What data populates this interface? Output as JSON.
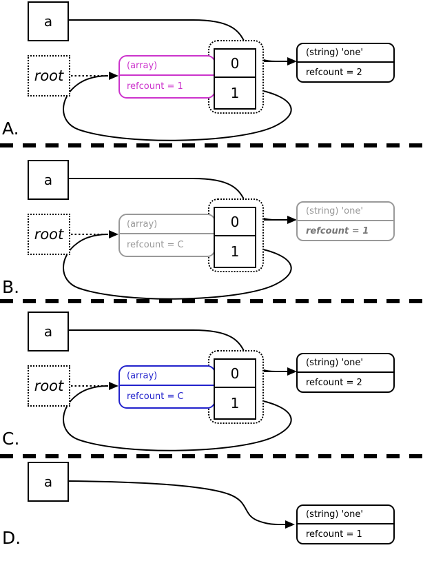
{
  "panels": [
    {
      "label": "A.",
      "var_label": "a",
      "root_label": "root",
      "array": {
        "type_label": "(array)",
        "refcount_label": "refcount = 1",
        "color": "#cc33cc"
      },
      "cells": {
        "c0": "0",
        "c1": "1"
      },
      "string": {
        "type_label": "(string) 'one'",
        "refcount_label": "refcount = 2",
        "color": "#000000",
        "refcount_color": "#000000"
      }
    },
    {
      "label": "B.",
      "var_label": "a",
      "root_label": "root",
      "array": {
        "type_label": "(array)",
        "refcount_label": "refcount = C",
        "color": "#999999"
      },
      "cells": {
        "c0": "0",
        "c1": "1"
      },
      "string": {
        "type_label": "(string) 'one'",
        "refcount_label": "refcount = 1",
        "color": "#999999",
        "refcount_color": "#777777"
      }
    },
    {
      "label": "C.",
      "var_label": "a",
      "root_label": "root",
      "array": {
        "type_label": "(array)",
        "refcount_label": "refcount = C",
        "color": "#2222cc"
      },
      "cells": {
        "c0": "0",
        "c1": "1"
      },
      "string": {
        "type_label": "(string) 'one'",
        "refcount_label": "refcount = 2",
        "color": "#000000",
        "refcount_color": "#000000"
      }
    },
    {
      "label": "D.",
      "var_label": "a",
      "string": {
        "type_label": "(string) 'one'",
        "refcount_label": "refcount = 1",
        "color": "#000000",
        "refcount_color": "#000000"
      }
    }
  ],
  "line_color": "#000000"
}
